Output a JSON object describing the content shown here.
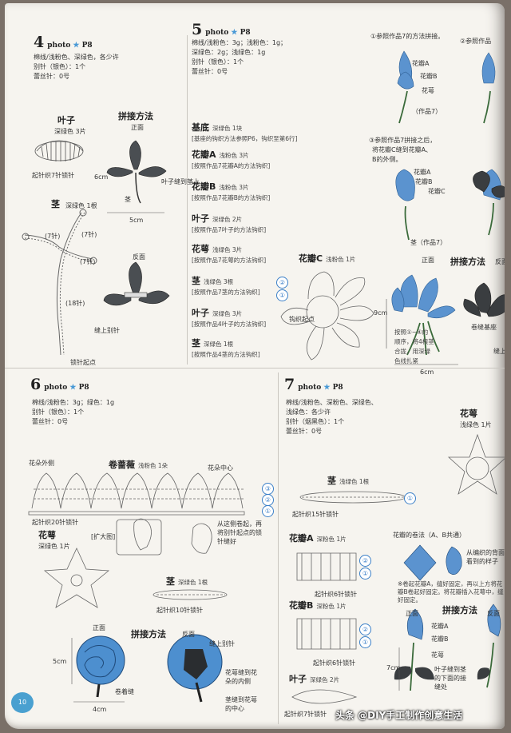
{
  "s4": {
    "num": "4",
    "photo": "photo",
    "star": "★",
    "pg": "P8",
    "lines": [
      "棉线/浅粉色、深绿色，各少许",
      "别针（银色）：1个",
      "蕾丝针：0号"
    ],
    "leaf": "叶子",
    "leaf_color": "深绿色 3片",
    "assembly": "拼接方法",
    "front": "正面",
    "chain_start": "起针织7针锁针",
    "stem": "茎",
    "stem_color": "深绿色 1根",
    "dim_6": "6cm",
    "leaf_sew": "叶子缝到茎上",
    "stem2": "茎",
    "dim_5": "5cm",
    "back": "反面",
    "sew_pin": "缝上别针",
    "s7a": "(7针)",
    "s7b": "(7针)",
    "s7c": "(7针)",
    "s18": "(18针)",
    "chain_origin": "锁针起点"
  },
  "s5": {
    "num": "5",
    "photo": "photo",
    "star": "★",
    "pg": "P8",
    "lines": [
      "棉线/浅粉色：3g；浅粉色：1g；",
      "深绿色：2g；浅绿色：1g",
      "别针（银色）：1个",
      "蕾丝针：0号"
    ],
    "items": [
      {
        "t": "基底",
        "c": "深绿色 1块",
        "n": "[基座的钩织方法参照P6，钩织至第6行]"
      },
      {
        "t": "花瓣A",
        "c": "浅粉色 3片",
        "n": "[按照作品7花瓣A的方法钩织]"
      },
      {
        "t": "花瓣B",
        "c": "浅粉色 3片",
        "n": "[按照作品7花瓣B的方法钩织]"
      },
      {
        "t": "叶子",
        "c": "深绿色 2片",
        "n": "[按照作品7叶子的方法钩织]"
      },
      {
        "t": "花萼",
        "c": "浅绿色 3片",
        "n": "[按照作品7花萼的方法钩织]"
      },
      {
        "t": "茎",
        "c": "浅绿色 3根",
        "n": "[按照作品7茎的方法钩织]"
      },
      {
        "t": "叶子",
        "c": "深绿色 3片",
        "n": "[按照作品4叶子的方法钩织]"
      },
      {
        "t": "茎",
        "c": "深绿色 1根",
        "n": "[按照作品4茎的方法钩织]"
      }
    ],
    "petal_c": "花瓣C",
    "petal_c_color": "浅粉色 1片",
    "chain_origin": "钩织起点",
    "dim_9": "9cm",
    "dim_6": "6cm",
    "step1": "①参照作品7的方法拼接。",
    "step2": "②参照作品",
    "petal_a": "花瓣A",
    "petal_b": "花瓣B",
    "calyx": "花萼",
    "work7": "（作品7）",
    "step3": "③参照作品7拼接之后，",
    "step3b": "将花瓣C缝到花瓣A、",
    "step3c": "B的外侧。",
    "petal_a2": "花瓣A",
    "petal_b2": "花瓣B",
    "petal_c2": "花瓣C",
    "stem_w7": "茎（作品7）",
    "assembly": "拼接方法",
    "front": "正面",
    "back": "反面",
    "order": "按照①~④的",
    "order2": "顺序，将4根茎",
    "order3": "合拢，用深绿",
    "order4": "色线扎紧",
    "sew_base": "卷缝基座",
    "pin": "缝上别针"
  },
  "s6": {
    "num": "6",
    "photo": "photo",
    "star": "★",
    "pg": "P8",
    "lines": [
      "棉线/浅粉色：3g；绿色：1g",
      "别针（银色）：1个",
      "蕾丝针：0号"
    ],
    "outer": "花朵外侧",
    "rose": "卷蔷薇",
    "rose_color": "浅粉色 1朵",
    "center": "花朵中心",
    "chain": "起针织20针锁针",
    "calyx": "花萼",
    "calyx_color": "深绿色 1片",
    "zoom": "[扩大图]",
    "roll": "从这侧卷起，再将别针起点的锁针缝好",
    "stem": "茎",
    "stem_color": "深绿色 1根",
    "stem_chain": "起针织10针锁针",
    "front": "正面",
    "assembly": "拼接方法",
    "back": "反面",
    "dim_5": "5cm",
    "dim_4": "4cm",
    "calyx_sew": "卷着缝",
    "pin": "缝上别针",
    "sew_in": "花萼缝到花朵的内侧",
    "stem_sew": "茎缝到花萼的中心"
  },
  "s7": {
    "num": "7",
    "photo": "photo",
    "star": "★",
    "pg": "P8",
    "lines": [
      "棉线/浅粉色、深粉色、深绿色、",
      "浅绿色：各少许",
      "别针（烟黑色）：1个",
      "蕾丝针：0号"
    ],
    "stem": "茎",
    "stem_color": "浅绿色 1根",
    "stem_chain": "起针织15针锁针",
    "calyx": "花萼",
    "calyx_color": "浅绿色 1片",
    "petal_a": "花瓣A",
    "petal_a_color": "深粉色 1片",
    "chain_a": "起针织6针锁针",
    "petal_b": "花瓣B",
    "petal_b_color": "深粉色 1片",
    "chain_b": "起针织6针锁针",
    "leaf": "叶子",
    "leaf_color": "深绿色 2片",
    "leaf_chain": "起针织7针锁针",
    "roll_title": "花瓣的卷法（A、B共通）",
    "roll_note": "从编织的背面看到的样子",
    "note": "※卷起花瓣A，缝好固定，再以上方将花瓣B卷起好固定。将花瓣插入花萼中，缝好固定。",
    "front": "正面",
    "assembly": "拼接方法",
    "back": "反面",
    "petal_a2": "花瓣A",
    "petal_b2": "花瓣B",
    "calyx2": "花萼",
    "leaf_sew": "叶子缝到茎的下面的接缝处",
    "dim_7": "7cm"
  },
  "page_num": "10",
  "watermark": "头条 @DIY手工制作创意生活"
}
